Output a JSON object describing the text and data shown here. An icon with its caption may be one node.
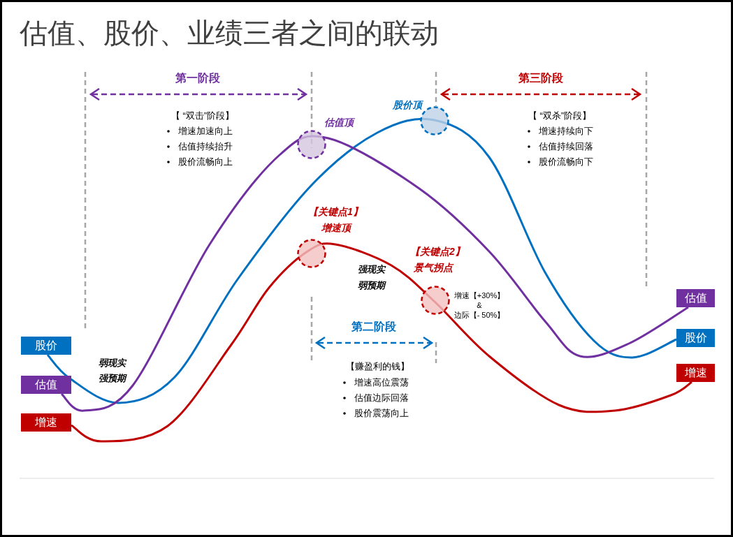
{
  "diagram": {
    "title": "估值、股价、业绩三者之间的联动",
    "nodes": [
      {
        "text": [
          "股价"
        ]
      },
      {
        "text": [
          "估值"
        ]
      },
      {
        "text": [
          "增速"
        ]
      },
      {
        "text": [
          "估值"
        ]
      },
      {
        "text": [
          "股价"
        ]
      },
      {
        "text": [
          "增速"
        ]
      }
    ],
    "edges": [
      {
        "from": 0,
        "to": 4,
        "arrow": "none",
        "color": "#0070c0"
      },
      {
        "from": 1,
        "to": 3,
        "arrow": "none",
        "color": "#7030a0"
      },
      {
        "from": 2,
        "to": 5,
        "arrow": "none",
        "color": "#c00000"
      }
    ],
    "labels": [
      "第一阶段",
      "第三阶段",
      "估值顶",
      "股价顶",
      "【 “双击”阶段】",
      "增速加速向上",
      "估值持续抬升",
      "股价流畅向上",
      "【 “双杀”阶段】",
      "增速持续向下",
      "估值持续回落",
      "股价流畅向下",
      "【关键点1】",
      "增速顶",
      "【关键点2】",
      "景气拐点",
      "强现实",
      "弱预期",
      "增速【+30%】",
      "&",
      "边际【- 50%】",
      "第二阶段",
      "弱现实",
      "强预期",
      "【赚盈利的钱】",
      "增速高位震荡",
      "估值边际回落",
      "股价震荡向上"
    ]
  }
}
